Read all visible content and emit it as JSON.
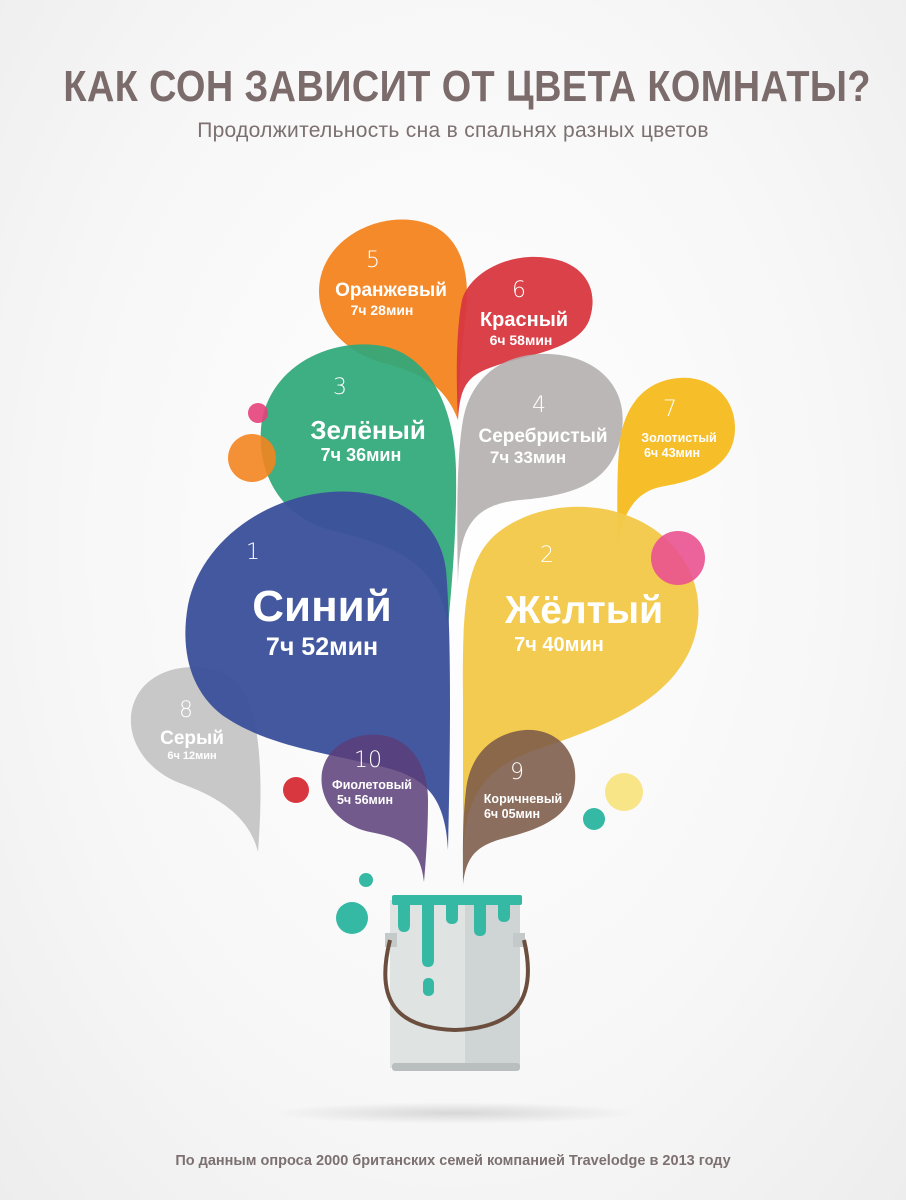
{
  "header": {
    "title": "КАК СОН ЗАВИСИТ ОТ ЦВЕТА КОМНАТЫ?",
    "subtitle": "Продолжительность сна в спальнях разных цветов"
  },
  "colors": {
    "blue": "#3c519b",
    "green": "#2fa87a",
    "orange": "#f3841f",
    "red": "#d8373f",
    "silver": "#b3adad",
    "gold": "#f5bb1c",
    "yellow": "#f2c94a",
    "grey": "#c2c0c0",
    "purple": "#5a3d78",
    "brown": "#7b5a48",
    "bucket_paint": "#35b8a4"
  },
  "bubbles": [
    {
      "rank": "1",
      "name": "Синий",
      "time": "7ч 52мин",
      "icon": "blue-paint-bubble"
    },
    {
      "rank": "2",
      "name": "Жёлтый",
      "time": "7ч 40мин",
      "icon": "yellow-paint-bubble"
    },
    {
      "rank": "3",
      "name": "Зелёный",
      "time": "7ч 36мин",
      "icon": "green-paint-bubble"
    },
    {
      "rank": "4",
      "name": "Серебристый",
      "time": "7ч 33мин",
      "icon": "silver-paint-bubble"
    },
    {
      "rank": "5",
      "name": "Оранжевый",
      "time": "7ч 28мин",
      "icon": "orange-paint-bubble"
    },
    {
      "rank": "6",
      "name": "Красный",
      "time": "6ч 58мин",
      "icon": "red-paint-bubble"
    },
    {
      "rank": "7",
      "name": "Золотистый",
      "time": "6ч 43мин",
      "icon": "gold-paint-bubble"
    },
    {
      "rank": "8",
      "name": "Серый",
      "time": "6ч 12мин",
      "icon": "grey-paint-bubble"
    },
    {
      "rank": "9",
      "name": "Коричневый",
      "time": "6ч 05мин",
      "icon": "brown-paint-bubble"
    },
    {
      "rank": "10",
      "name": "Фиолетовый",
      "time": "5ч 56мин",
      "icon": "purple-paint-bubble"
    }
  ],
  "footer": {
    "source": "По данным опроса 2000 британских семей компанией Travelodge в 2013 году"
  }
}
